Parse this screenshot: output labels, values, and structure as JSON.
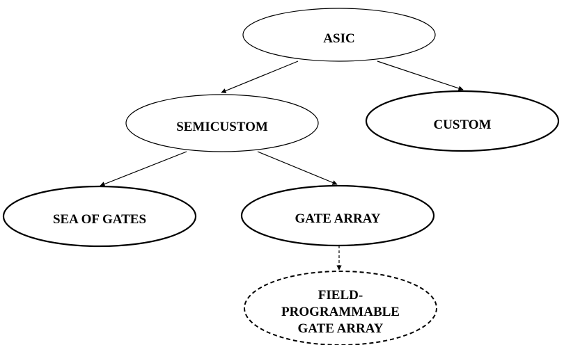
{
  "diagram": {
    "nodes": {
      "asic": {
        "lines": [
          "ASIC"
        ]
      },
      "semicustom": {
        "lines": [
          "SEMICUSTOM"
        ]
      },
      "custom": {
        "lines": [
          "CUSTOM"
        ]
      },
      "sea_of_gates": {
        "lines": [
          "SEA OF GATES"
        ]
      },
      "gate_array": {
        "lines": [
          "GATE ARRAY"
        ]
      },
      "fpga": {
        "lines": [
          "FIELD-",
          "PROGRAMMABLE",
          "GATE ARRAY"
        ]
      }
    },
    "edges": [
      {
        "from": "asic",
        "to": "semicustom",
        "style": "solid"
      },
      {
        "from": "asic",
        "to": "custom",
        "style": "solid"
      },
      {
        "from": "semicustom",
        "to": "sea_of_gates",
        "style": "solid"
      },
      {
        "from": "semicustom",
        "to": "gate_array",
        "style": "solid"
      },
      {
        "from": "gate_array",
        "to": "fpga",
        "style": "dashed"
      }
    ],
    "colors": {
      "stroke": "#000000",
      "fill": "#ffffff",
      "text": "#000000"
    }
  }
}
